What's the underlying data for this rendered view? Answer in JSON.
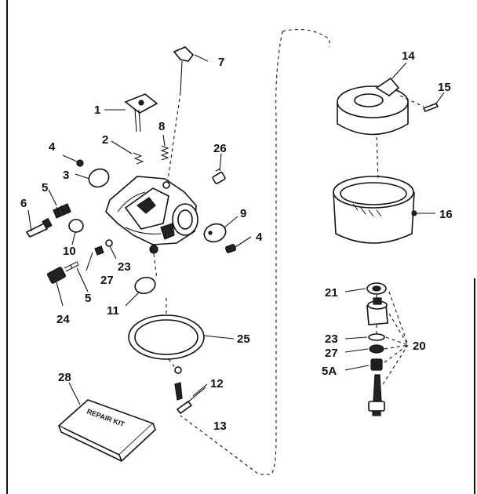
{
  "callouts": {
    "c1": "1",
    "c2": "2",
    "c3": "3",
    "c4a": "4",
    "c4b": "4",
    "c5a": "5",
    "c5b": "5",
    "c6": "6",
    "c7": "7",
    "c8": "8",
    "c9": "9",
    "c10": "10",
    "c11": "11",
    "c12": "12",
    "c13": "13",
    "c14": "14",
    "c15": "15",
    "c16": "16",
    "c20": "20",
    "c21": "21",
    "c23a": "23",
    "c23b": "23",
    "c24": "24",
    "c25": "25",
    "c26": "26",
    "c27a": "27",
    "c27b": "27",
    "c28": "28",
    "c5A": "5A"
  },
  "repair_kit": {
    "label": "REPAIR KIT"
  }
}
